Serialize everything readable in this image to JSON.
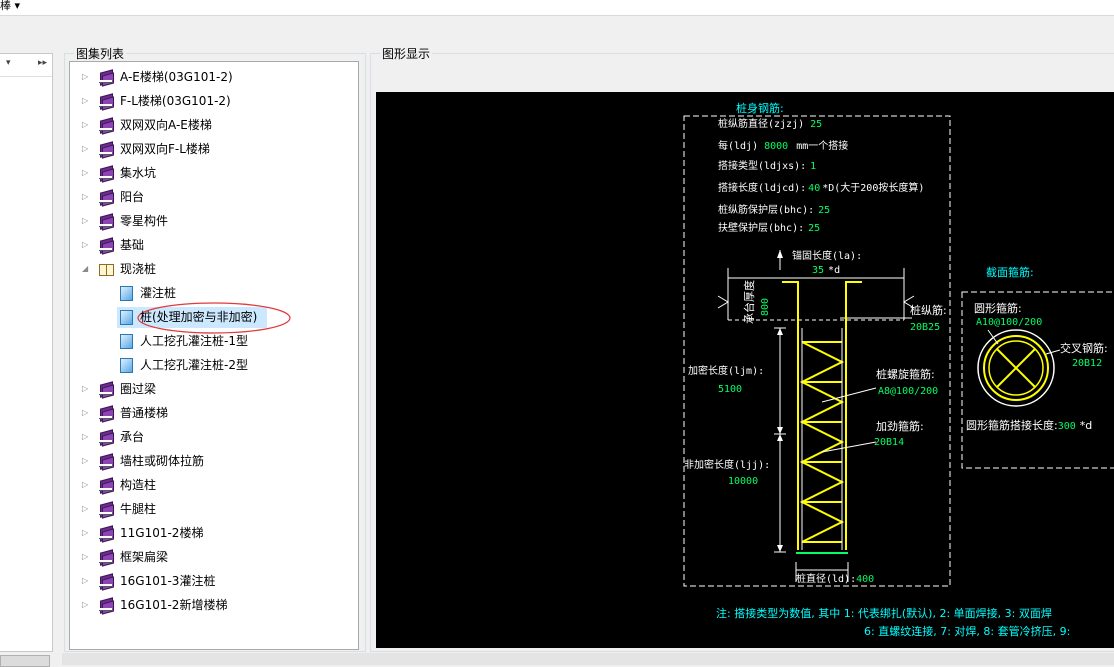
{
  "menu": {
    "partial_label": "棒 ▾"
  },
  "left_pane": {
    "left_arrow": "▾",
    "right_arrow": "▸▸"
  },
  "catalog_panel": {
    "title": "图集列表",
    "items": [
      {
        "label": "A-E楼梯(03G101-2)",
        "type": "book",
        "level": 0
      },
      {
        "label": "F-L楼梯(03G101-2)",
        "type": "book",
        "level": 0
      },
      {
        "label": "双网双向A-E楼梯",
        "type": "book",
        "level": 0
      },
      {
        "label": "双网双向F-L楼梯",
        "type": "book",
        "level": 0
      },
      {
        "label": "集水坑",
        "type": "book",
        "level": 0
      },
      {
        "label": "阳台",
        "type": "book",
        "level": 0
      },
      {
        "label": "零星构件",
        "type": "book",
        "level": 0
      },
      {
        "label": "基础",
        "type": "book",
        "level": 0
      },
      {
        "label": "现浇桩",
        "type": "openbook",
        "level": 0,
        "expanded": true
      },
      {
        "label": "灌注桩",
        "type": "page",
        "level": 1
      },
      {
        "label": "桩(处理加密与非加密)",
        "type": "page",
        "level": 1,
        "selected": true
      },
      {
        "label": "人工挖孔灌注桩-1型",
        "type": "page",
        "level": 1
      },
      {
        "label": "人工挖孔灌注桩-2型",
        "type": "page",
        "level": 1
      },
      {
        "label": "圈过梁",
        "type": "book",
        "level": 0
      },
      {
        "label": "普通楼梯",
        "type": "book",
        "level": 0
      },
      {
        "label": "承台",
        "type": "book",
        "level": 0
      },
      {
        "label": "墙柱或砌体拉筋",
        "type": "book",
        "level": 0
      },
      {
        "label": "构造柱",
        "type": "book",
        "level": 0
      },
      {
        "label": "牛腿柱",
        "type": "book",
        "level": 0
      },
      {
        "label": "11G101-2楼梯",
        "type": "book",
        "level": 0
      },
      {
        "label": "框架扁梁",
        "type": "book",
        "level": 0
      },
      {
        "label": "16G101-3灌注桩",
        "type": "book",
        "level": 0
      },
      {
        "label": "16G101-2新增楼梯",
        "type": "book",
        "level": 0
      }
    ]
  },
  "graphics_panel": {
    "title": "图形显示",
    "drawing": {
      "body_title": "桩身钢筋:",
      "params": [
        {
          "label": "桩纵筋直径(zjzj)",
          "value": "25"
        },
        {
          "label": "每(ldj)",
          "value": "8000",
          "suffix": "mm一个搭接"
        },
        {
          "label": "搭接类型(ldjxs):",
          "value": "1"
        },
        {
          "label": "搭接长度(ldjcd):",
          "value": "40",
          "suffix": "*D(大于200按长度算)"
        },
        {
          "label": "桩纵筋保护层(bhc):",
          "value": "25"
        },
        {
          "label": "扶壁保护层(bhc):",
          "value": "25"
        }
      ],
      "anchor_label": "锚固长度(la):",
      "anchor_value": "35",
      "anchor_suffix": "*d",
      "cap_label": "承台厚度",
      "cap_value": "800",
      "long_bar_label": "桩纵筋:",
      "long_bar_value": "20B25",
      "dense_label": "加密长度(ljm):",
      "dense_value": "5100",
      "spiral_label": "桩螺旋箍筋:",
      "spiral_value": "A8@100/200",
      "stiff_label": "加劲箍筋:",
      "stiff_value": "20B14",
      "nondense_label": "非加密长度(ljj):",
      "nondense_value": "10000",
      "diameter_label": "桩直径(ld):",
      "diameter_value": "400",
      "section_title": "截面箍筋:",
      "ring_label": "圆形箍筋:",
      "ring_value": "A10@100/200",
      "cross_label": "交叉钢筋:",
      "cross_value": "20B12",
      "ring_lap_label": "圆形箍筋搭接长度:",
      "ring_lap_value": "300",
      "ring_lap_suffix": "*d",
      "note_line1": "注: 搭接类型为数值, 其中 1: 代表绑扎(默认), 2: 单面焊接, 3: 双面焊",
      "note_line2": "6: 直螺纹连接, 7: 对焊, 8: 套管冷挤压, 9:"
    }
  }
}
